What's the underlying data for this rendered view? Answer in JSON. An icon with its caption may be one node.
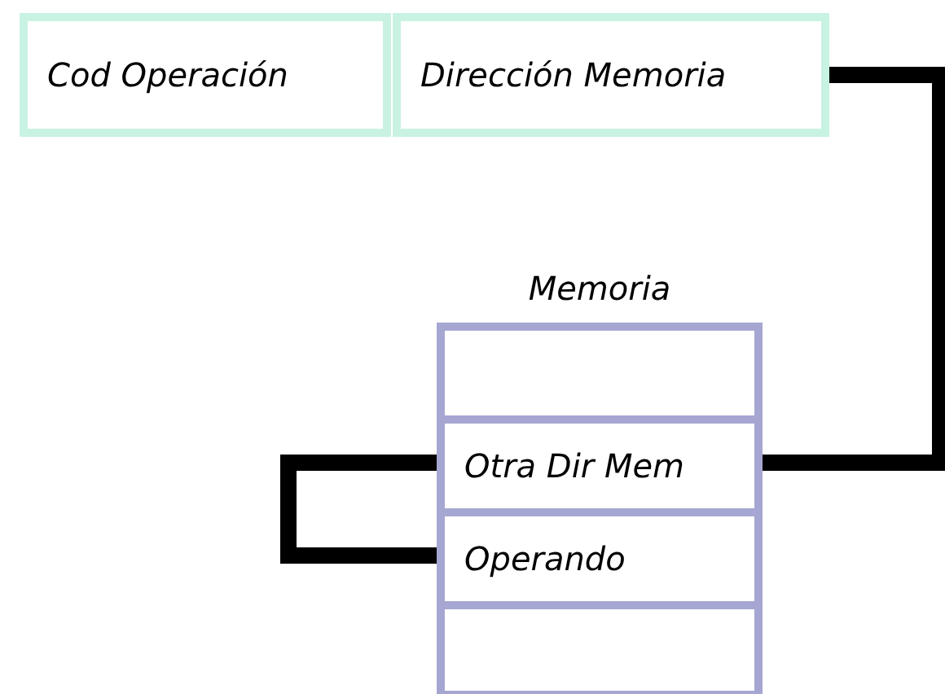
{
  "diagram": {
    "nodes": [
      {
        "text": [
          "Cod Operación"
        ]
      },
      {
        "text": [
          "Dirección Memoria"
        ]
      },
      {
        "text": [
          "Memoria"
        ]
      },
      {
        "text": [],
        "shape": "box",
        "in": 2
      },
      {
        "text": [
          "Otra Dir Mem"
        ],
        "in": 2
      },
      {
        "text": [
          "Operando"
        ],
        "in": 2
      },
      {
        "text": [],
        "shape": "box",
        "in": 2
      }
    ],
    "edges": [
      {
        "from": 1,
        "to": 4,
        "arrow": "none"
      },
      {
        "from": 4,
        "to": 5,
        "arrow": "none"
      }
    ]
  }
}
